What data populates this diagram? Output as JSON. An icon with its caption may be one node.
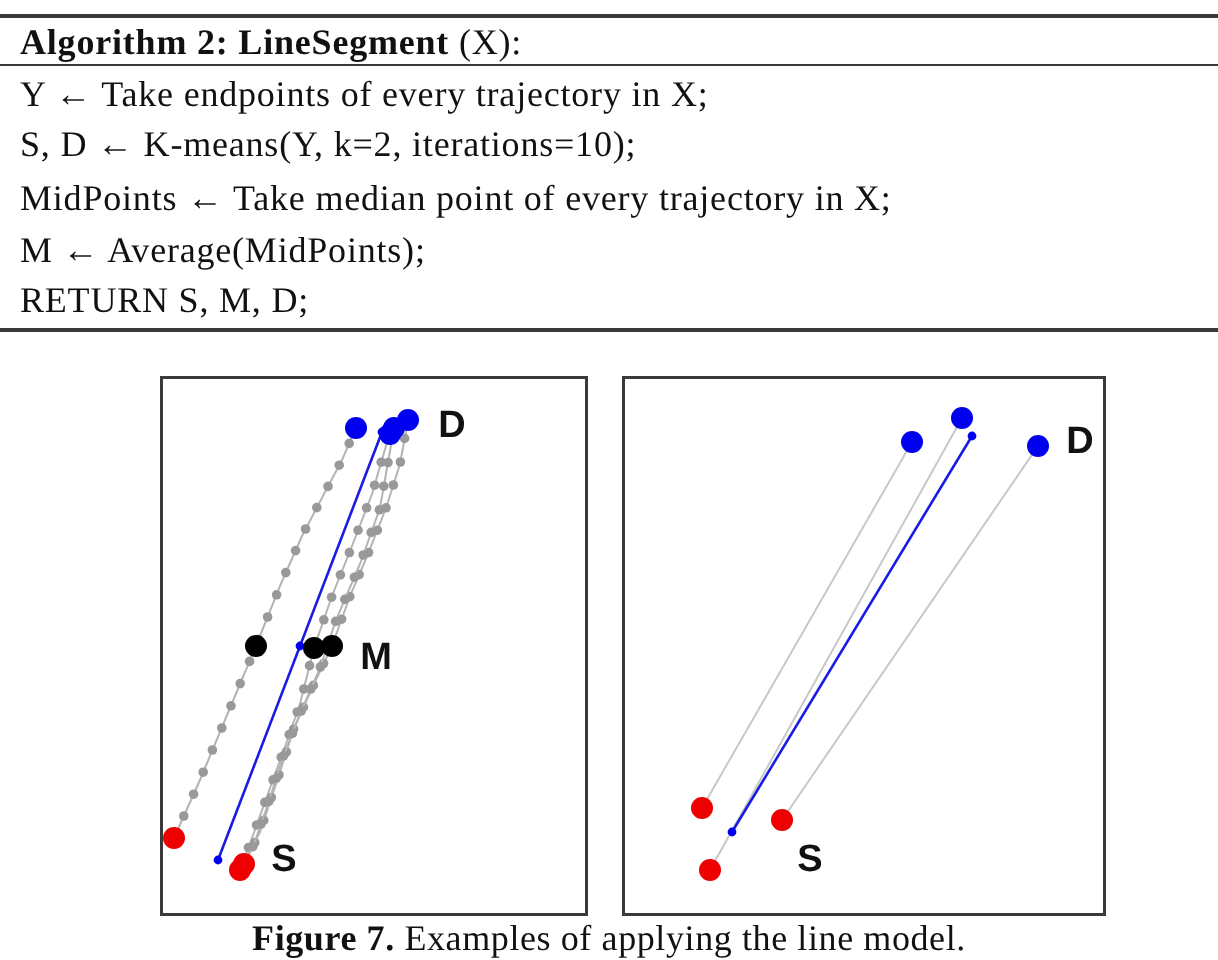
{
  "diagram": {
    "title": "**Algorithm 2: LineSegment** (X):",
    "caption": "**Figure 7.** Examples of applying the line model.",
    "labels": [
      "Y ← Take endpoints of every trajectory in X;",
      "S, D ← K-means(Y, k=2, iterations=10);",
      "MidPoints ← Take median point of every trajectory in X;",
      "M ← Average(MidPoints);",
      "RETURN S, M, D;",
      "D",
      "M",
      "S",
      "D",
      "S"
    ]
  }
}
